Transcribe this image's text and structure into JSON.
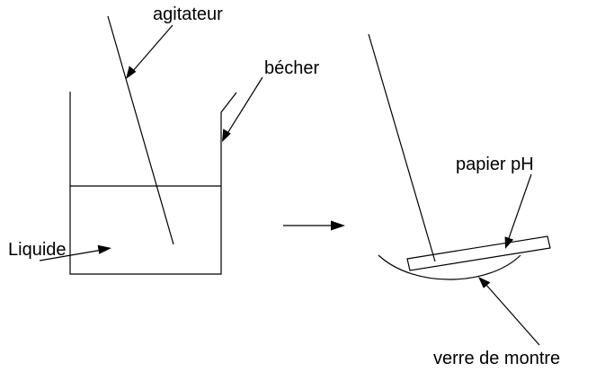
{
  "labels": {
    "agitateur": "agitateur",
    "becher": "bécher",
    "liquide": "Liquide",
    "papier_ph": "papier pH",
    "verre_de_montre": "verre de montre"
  },
  "colors": {
    "ink": "#000000",
    "background": "#ffffff"
  }
}
